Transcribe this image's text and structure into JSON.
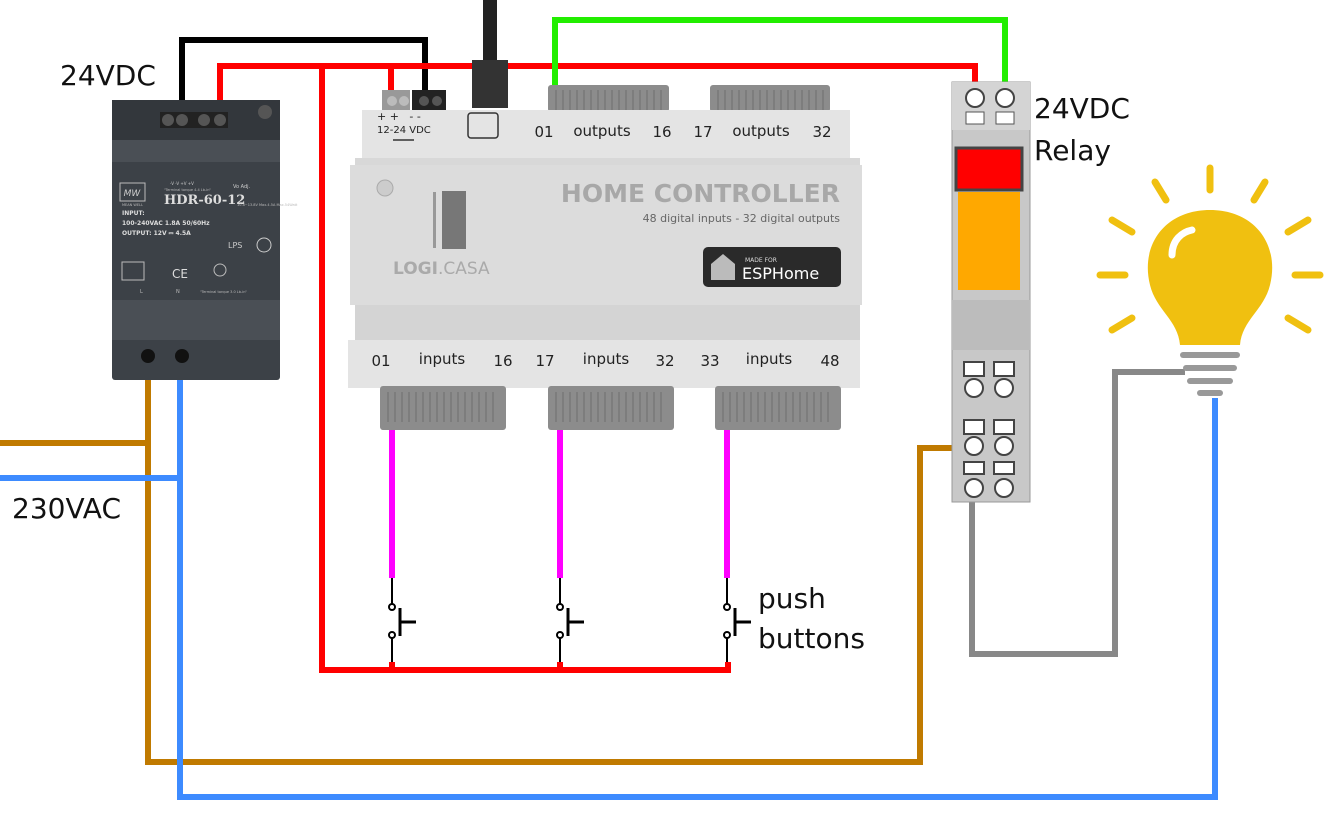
{
  "labels": {
    "psu_voltage": "24VDC",
    "mains": "230VAC",
    "relay_line1": "24VDC",
    "relay_line2": "Relay",
    "buttons_line1": "push",
    "buttons_line2": "buttons"
  },
  "psu": {
    "brand": "MEAN WELL",
    "model": "HDR-60-12",
    "input_title": "INPUT:",
    "input_spec": "100-240VAC 1.8A 50/60Hz",
    "output_spec": "OUTPUT: 12V ⎓ 4.5A",
    "terminals_top": "-V  -V  +V  +V",
    "torque_top": "\"Terminal torque 4.4 Lb-in\"",
    "adj": "Vo Adj.",
    "range": "10.8~13.8V Max.4.5A Max.54Watt",
    "lps": "LPS",
    "ce": "CE",
    "terminals_bottom_l": "L",
    "terminals_bottom_n": "N",
    "torque_bottom": "\"Terminal torque 3.0 Lb-in\""
  },
  "controller": {
    "power_polarity": "+ +   - -",
    "power_label": "12-24 VDC",
    "outputs_groups": [
      {
        "start": "01",
        "label": "outputs",
        "end": "16"
      },
      {
        "start": "17",
        "label": "outputs",
        "end": "32"
      }
    ],
    "inputs_groups": [
      {
        "start": "01",
        "label": "inputs",
        "end": "16"
      },
      {
        "start": "17",
        "label": "inputs",
        "end": "32"
      },
      {
        "start": "33",
        "label": "inputs",
        "end": "48"
      }
    ],
    "title": "HOME CONTROLLER",
    "subtitle": "48 digital inputs - 32 digital outputs",
    "brand_bold": "LOGI",
    "brand_light": ".CASA",
    "badge_small": "MADE FOR",
    "badge_big": "ESPHome"
  },
  "colors": {
    "dc_positive": "#ff0000",
    "dc_negative": "#000000",
    "relay_control": "#22ee00",
    "live": "#c07a00",
    "neutral": "#3d8bff",
    "switched_live": "#888888",
    "inputs": "#ff00ff",
    "bulb": "#f0c010"
  }
}
